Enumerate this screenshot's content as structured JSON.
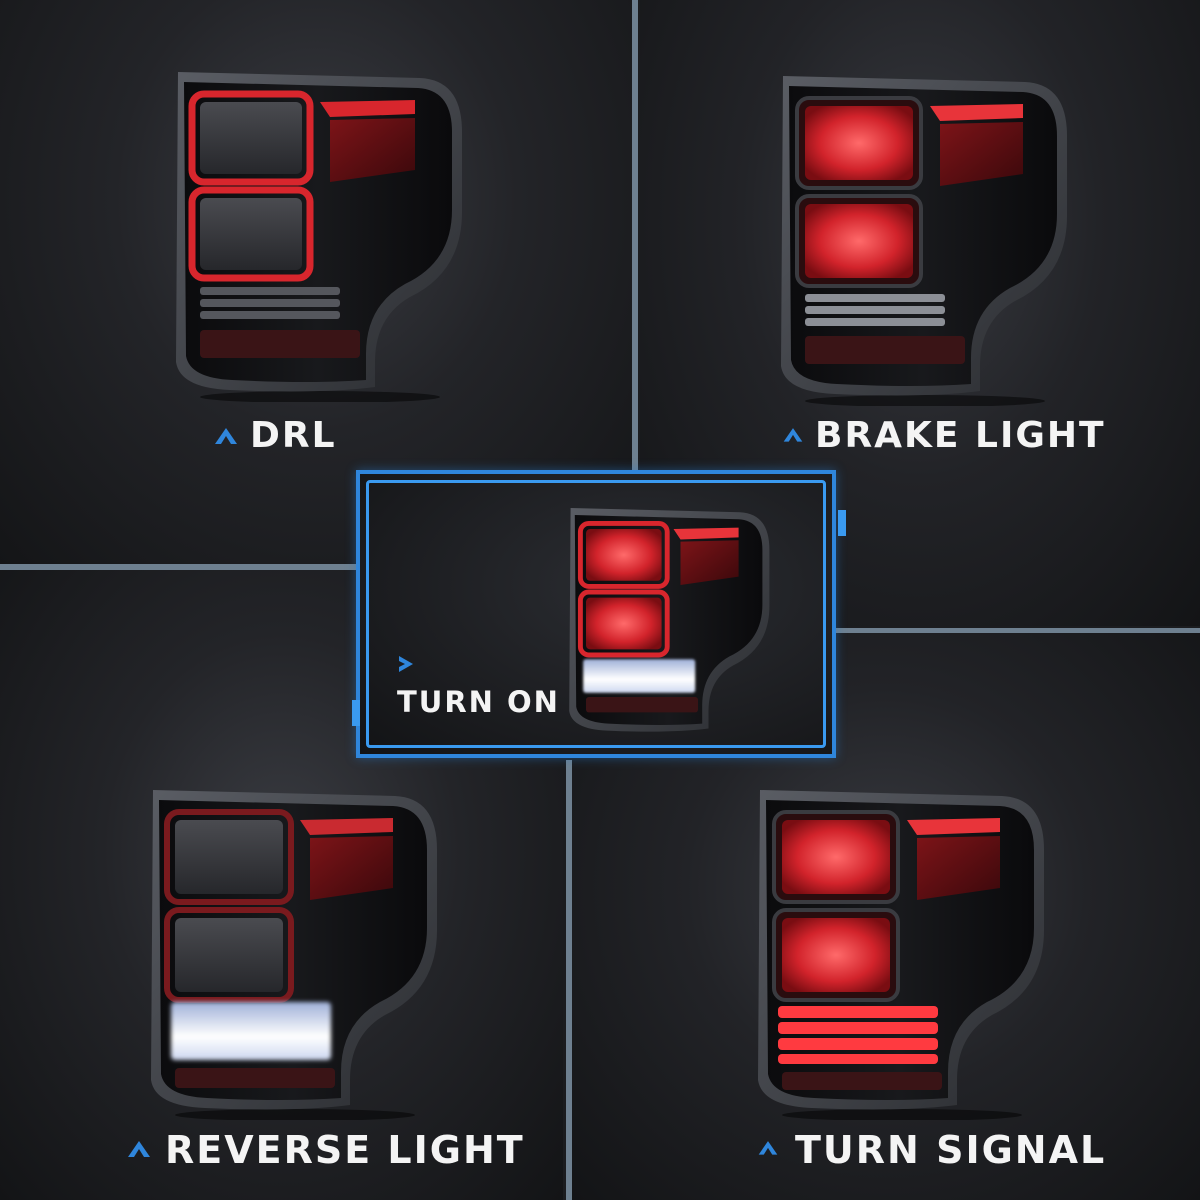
{
  "labels": {
    "drl": "DRL",
    "brake": "BRAKE LIGHT",
    "turn_on": "TURN ON",
    "reverse": "REVERSE LIGHT",
    "turn_signal": "TURN SIGNAL"
  },
  "colors": {
    "accent_blue": "#2f86dc",
    "label_text": "#f4f4f4",
    "divider": "#6e8090",
    "lamp_red": "#e8343a",
    "lamp_white": "#eef4ff"
  },
  "icons": {
    "up_chevron": "chevron-up-icon",
    "right_chevron": "chevron-right-icon"
  }
}
